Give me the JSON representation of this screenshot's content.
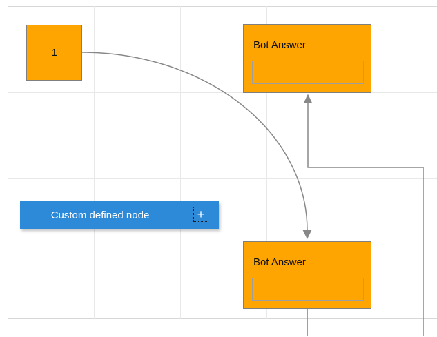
{
  "diagram": {
    "nodes": {
      "square": {
        "label": "1"
      },
      "bot_answer_top": {
        "title": "Bot Answer"
      },
      "bot_answer_bottom": {
        "title": "Bot Answer"
      },
      "custom_defined": {
        "label": "Custom defined node",
        "add_icon_glyph": "+"
      }
    },
    "colors": {
      "node_orange": "#ffa502",
      "node_border": "#7f7f7f",
      "node_blue": "#2c8ad8",
      "connector": "#888888",
      "connector_stub": "#9e9e9e",
      "inner_rect_border": "#9f9f9f",
      "grid_line": "#e8e8e8",
      "page_edge": "#d7d7d7",
      "text_dark": "#111111",
      "text_light": "#ffffff"
    }
  }
}
